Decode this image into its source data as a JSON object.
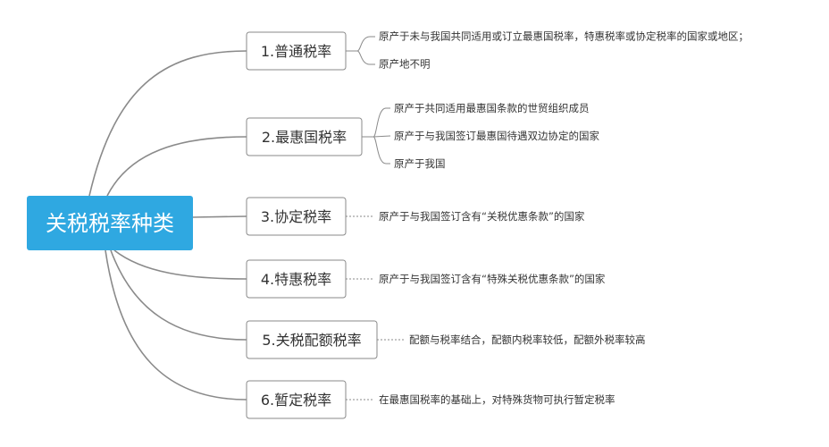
{
  "root": {
    "label": "关税税率种类",
    "color": "#2fa8e1"
  },
  "line_color": "#8a8a8a",
  "branches": [
    {
      "label": "1.普通税率",
      "leaves": [
        "原产于未与我国共同适用或订立最惠国税率，特惠税率或协定税率的国家或地区；",
        "原产地不明"
      ]
    },
    {
      "label": "2.最惠国税率",
      "leaves": [
        "原产于共同适用最惠国条款的世贸组织成员",
        "原产于与我国签订最惠国待遇双边协定的国家",
        "原产于我国"
      ]
    },
    {
      "label": "3.协定税率",
      "leaves": [
        "原产于与我国签订含有“关税优惠条款”的国家"
      ]
    },
    {
      "label": "4.特惠税率",
      "leaves": [
        "原产于与我国签订含有“特殊关税优惠条款”的国家"
      ]
    },
    {
      "label": "5.关税配额税率",
      "leaves": [
        "配额与税率结合，配额内税率较低，配额外税率较高"
      ]
    },
    {
      "label": "6.暂定税率",
      "leaves": [
        "在最惠国税率的基础上，对特殊货物可执行暂定税率"
      ]
    }
  ]
}
